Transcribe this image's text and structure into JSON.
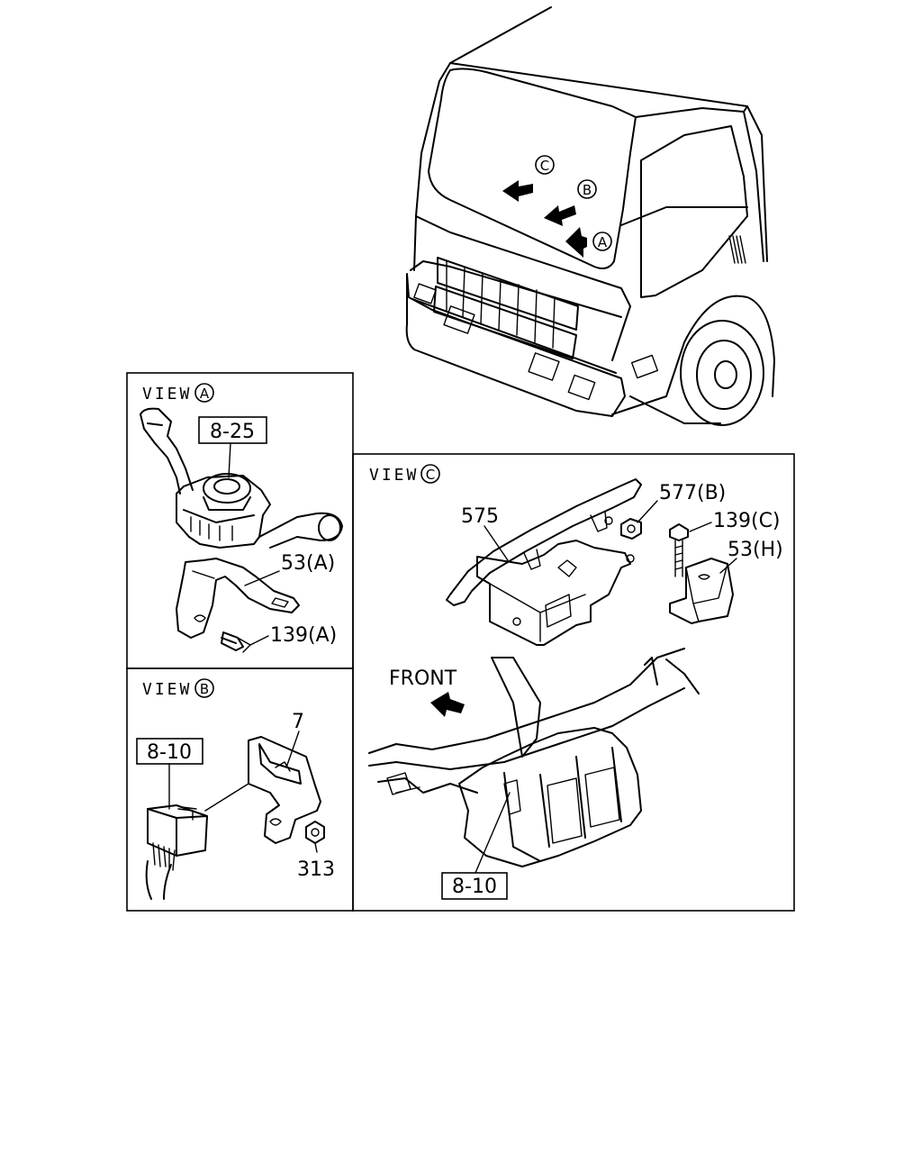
{
  "overview": {
    "markers": [
      {
        "key": "C",
        "label": "C"
      },
      {
        "key": "B",
        "label": "B"
      },
      {
        "key": "A",
        "label": "A"
      }
    ]
  },
  "view_a": {
    "title_prefix": "VIEW",
    "title_letter": "A",
    "callouts": {
      "ref_box": "8-25",
      "bracket": "53(A)",
      "bolt": "139(A)"
    }
  },
  "view_b": {
    "title_prefix": "VIEW",
    "title_letter": "B",
    "callouts": {
      "ref_box": "8-10",
      "bracket": "7",
      "nut": "313"
    }
  },
  "view_c": {
    "title_prefix": "VIEW",
    "title_letter": "C",
    "callouts": {
      "bracket_main": "575",
      "nut": "577(B)",
      "bolt": "139(C)",
      "bracket_small": "53(H)",
      "front": "FRONT",
      "ref_box": "8-10"
    }
  }
}
